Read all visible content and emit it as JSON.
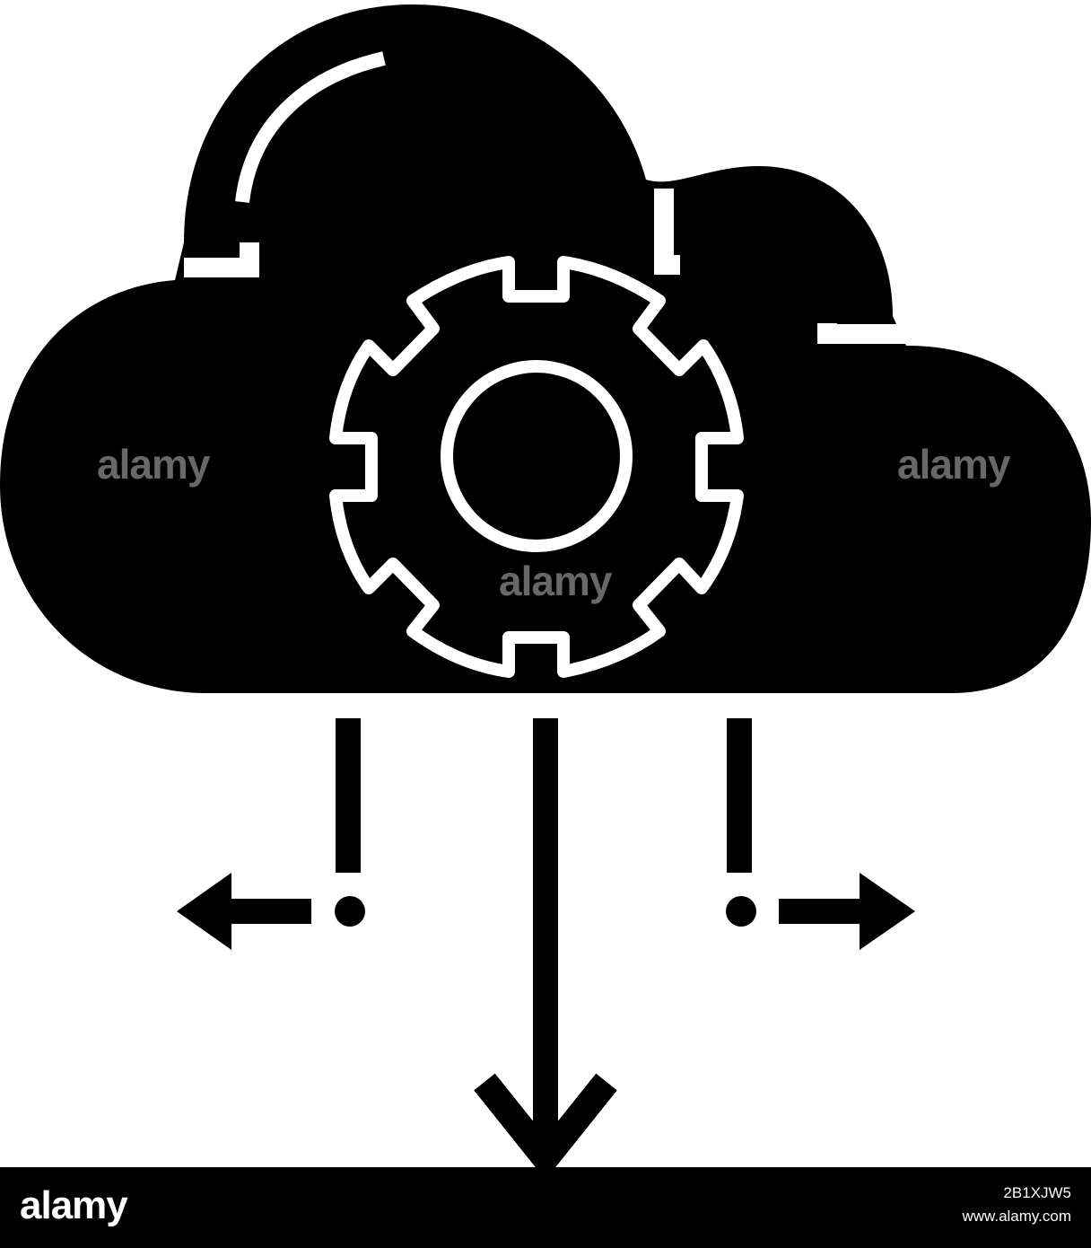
{
  "icon": {
    "name": "cloud-gear-distribution-icon",
    "fill_color": "#000000",
    "stroke_color": "#ffffff"
  },
  "watermark": {
    "text": "alamy"
  },
  "footer": {
    "logo": "alamy",
    "image_id": "2B1XJW5",
    "site": "www.alamy.com",
    "background": "#000000"
  }
}
